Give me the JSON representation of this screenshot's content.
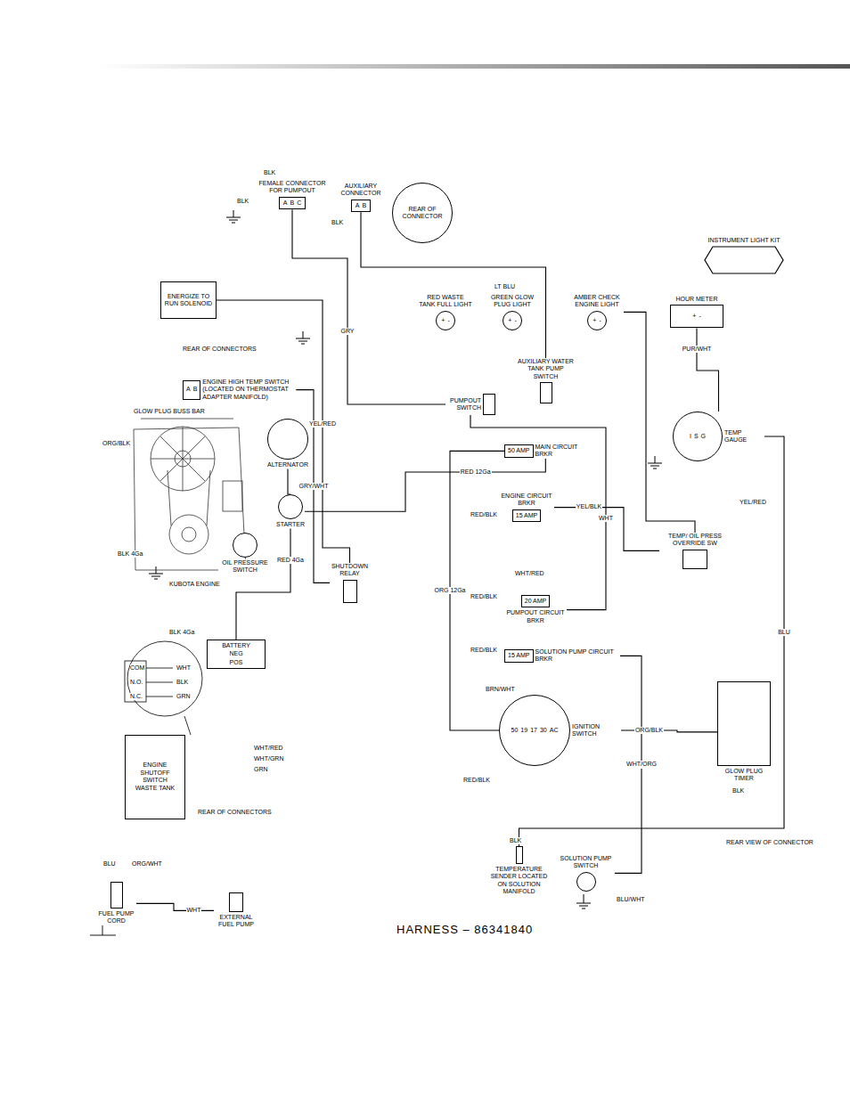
{
  "diagram": {
    "caption": "HARNESS – 86341840",
    "nodes": [
      {
        "text": [
          "FEMALE CONNECTOR FOR PUMPOUT",
          "A",
          "B",
          "C"
        ]
      },
      {
        "text": [
          "AUXILIARY CONNECTOR",
          "A",
          "B"
        ]
      },
      {
        "text": [
          "REAR OF CONNECTOR"
        ]
      },
      {
        "text": [
          "ENERGIZE TO RUN SOLENOID"
        ]
      },
      {
        "text": [
          "INSTRUMENT LIGHT KIT"
        ]
      },
      {
        "text": [
          "HOUR METER",
          "+",
          "-"
        ]
      },
      {
        "text": [
          "RED WASTE TANK FULL LIGHT",
          "+",
          "-"
        ]
      },
      {
        "text": [
          "GREEN GLOW PLUG LIGHT",
          "+",
          "-"
        ]
      },
      {
        "text": [
          "AMBER CHECK ENGINE LIGHT",
          "+",
          "-"
        ]
      },
      {
        "text": [
          "ENGINE HIGH TEMP SWITCH (LOCATED ON THERMOSTAT ADAPTER MANIFOLD)",
          "A",
          "B"
        ]
      },
      {
        "text": [
          "PUMPOUT SWITCH"
        ]
      },
      {
        "text": [
          "AUXILIARY WATER TANK PUMP SWITCH"
        ]
      },
      {
        "text": [
          "ALTERNATOR"
        ]
      },
      {
        "text": [
          "TEMP GAUGE",
          "I",
          "S",
          "G"
        ]
      },
      {
        "text": [
          "MAIN CIRCUIT BRKR",
          "50 AMP"
        ]
      },
      {
        "text": [
          "STARTER"
        ]
      },
      {
        "text": [
          "ENGINE CIRCUIT BRKR",
          "15 AMP"
        ]
      },
      {
        "text": [
          "OIL PRESSURE SWITCH"
        ]
      },
      {
        "text": [
          "SHUTDOWN RELAY"
        ]
      },
      {
        "text": [
          "TEMP/ OIL PRESS OVERRIDE SW"
        ]
      },
      {
        "text": [
          "PUMPOUT CIRCUIT BRKR",
          "20 AMP"
        ]
      },
      {
        "text": [
          "BATTERY",
          "NEG",
          "POS"
        ]
      },
      {
        "text": [
          "SOLUTION PUMP CIRCUIT BRKR",
          "15 AMP"
        ]
      },
      {
        "text": [
          "IGNITION SWITCH",
          "50",
          "19",
          "17",
          "30",
          "AC"
        ]
      },
      {
        "text": [
          "GLOW PLUG TIMER"
        ]
      },
      {
        "text": [
          "ENGINE SHUTOFF SWITCH",
          "WASTE TANK"
        ]
      },
      {
        "text": [
          "TEMPERATURE SENDER LOCATED ON SOLUTION MANIFOLD"
        ]
      },
      {
        "text": [
          "SOLUTION PUMP SWITCH"
        ]
      },
      {
        "text": [
          "FUEL PUMP CORD"
        ]
      },
      {
        "text": [
          "EXTERNAL FUEL PUMP"
        ]
      }
    ],
    "edges": [
      {
        "from": 21,
        "to": 15,
        "arrow": "none",
        "label": "RED 4Ga"
      },
      {
        "from": 15,
        "to": 14,
        "arrow": "none",
        "label": "RED 12Ga"
      },
      {
        "from": 14,
        "to": 23,
        "arrow": "none",
        "label": "ORG 12Ga"
      },
      {
        "from": 16,
        "to": 19,
        "arrow": "none",
        "label": "YEL/BLK"
      },
      {
        "from": 20,
        "to": 10,
        "arrow": "none",
        "label": "WHT"
      },
      {
        "from": 22,
        "to": 27,
        "arrow": "none",
        "label": "WHT/ORG"
      },
      {
        "from": 23,
        "to": 24,
        "arrow": "none",
        "label": "ORG/BLK"
      },
      {
        "from": 3,
        "to": 18,
        "arrow": "none",
        "label": "YEL/RED"
      },
      {
        "from": 18,
        "to": 9,
        "arrow": "none",
        "label": "GRY/WHT"
      },
      {
        "from": 13,
        "to": 26,
        "arrow": "none",
        "label": "BLU"
      },
      {
        "from": 5,
        "to": 13,
        "arrow": "none",
        "label": "PUR/WHT"
      },
      {
        "from": 8,
        "to": 19,
        "arrow": "none"
      },
      {
        "from": 0,
        "to": 10,
        "arrow": "none",
        "label": "GRY"
      },
      {
        "from": 1,
        "to": 11,
        "arrow": "none"
      },
      {
        "from": 12,
        "to": 15,
        "arrow": "none"
      },
      {
        "from": 28,
        "to": 29,
        "arrow": "none",
        "label": "WHT"
      }
    ],
    "labels": [
      "BLK",
      "BLK",
      "BLK",
      "REAR OF CONNECTORS",
      "GLOW PLUG BUSS BAR",
      "ORG/BLK",
      "KUBOTA ENGINE",
      "BLK 4Ga",
      "BLK 4Ga",
      "COM",
      "N.O.",
      "N.C.",
      "WHT",
      "BLK",
      "GRN",
      "REAR OF CONNECTORS",
      "REAR VIEW OF CONNECTOR",
      "LT BLU",
      "YEL/RED",
      "RED/BLK",
      "WHT/RED",
      "RED/BLK",
      "RED/BLK",
      "BRN/WHT",
      "RED/BLK",
      "WHT/RED",
      "WHT/GRN",
      "GRN",
      "BLU",
      "ORG/WHT",
      "BLK",
      "BLU/WHT",
      "BLK"
    ]
  }
}
